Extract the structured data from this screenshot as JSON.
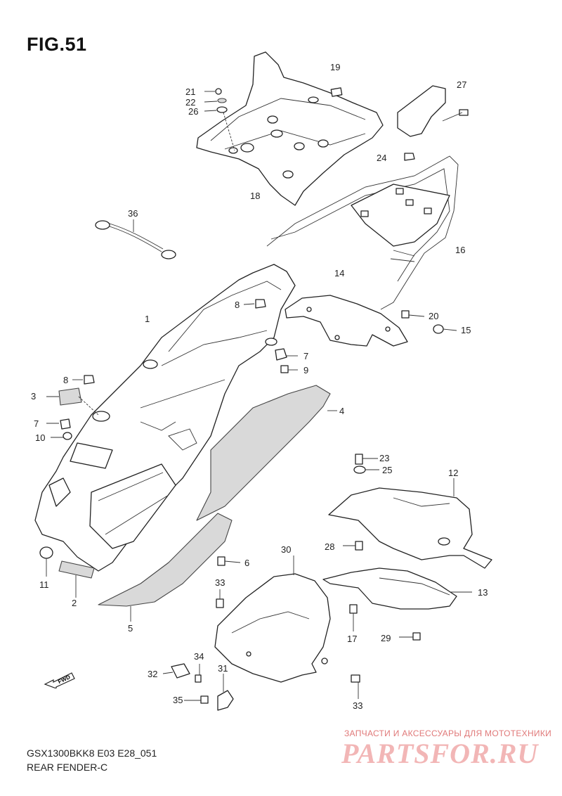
{
  "header": {
    "figure_label": "FIG.51"
  },
  "footer": {
    "model_code": "GSX1300BKK8 E03 E28_051",
    "section_title": "REAR FENDER-C"
  },
  "forward_arrow": {
    "label": "FWD"
  },
  "watermark": {
    "tagline": "ЗАПЧАСТИ И АКСЕССУАРЫ ДЛЯ МОТОТЕХНИКИ",
    "logo_text": "PARTSFOR.RU"
  },
  "callouts": [
    "1",
    "2",
    "3",
    "4",
    "5",
    "6",
    "7",
    "7",
    "8",
    "8",
    "9",
    "10",
    "11",
    "12",
    "13",
    "14",
    "15",
    "16",
    "17",
    "18",
    "19",
    "20",
    "21",
    "22",
    "23",
    "24",
    "25",
    "26",
    "27",
    "28",
    "29",
    "30",
    "31",
    "32",
    "33",
    "33",
    "34",
    "35",
    "36"
  ],
  "colors": {
    "line": "#222222",
    "watermark": "#e07979",
    "background": "#ffffff"
  }
}
